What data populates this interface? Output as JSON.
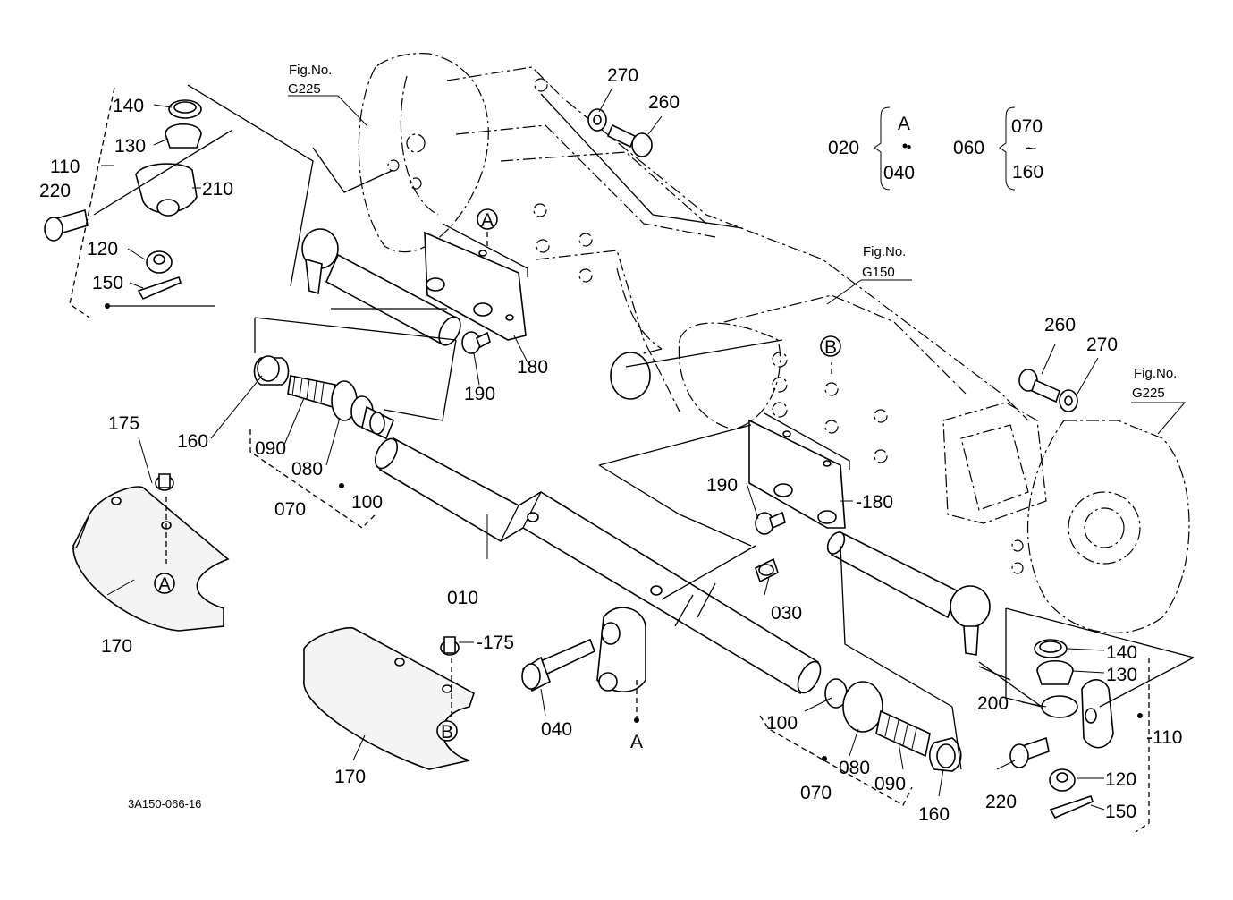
{
  "diagram_code": "3A150-066-16",
  "figure_refs": {
    "top_left": {
      "title": "Fig.No.",
      "number": "G225"
    },
    "middle": {
      "title": "Fig.No.",
      "number": "G150"
    },
    "right": {
      "title": "Fig.No.",
      "number": "G225"
    }
  },
  "legend": {
    "set_020": {
      "number": "020",
      "from": "A",
      "sep": "・",
      "to": "040"
    },
    "set_060": {
      "number": "060",
      "from": "070",
      "sep": "~",
      "to": "160"
    }
  },
  "reference_marks": {
    "a": "A",
    "b": "B"
  },
  "callouts": {
    "p010": "010",
    "p030": "030",
    "p040": "040",
    "p070_left": "070",
    "p070_right": "070",
    "p080_left": "080",
    "p080_right": "080",
    "p090_left": "090",
    "p090_right": "090",
    "p100_left": "100",
    "p100_right": "100",
    "p110_left": "110",
    "p110_right": "-110",
    "p120_left": "120",
    "p120_right": "120",
    "p130_left": "130",
    "p130_right": "130",
    "p140_left": "140",
    "p140_right": "140",
    "p150_left": "150",
    "p150_right": "150",
    "p160_left": "160",
    "p160_right": "160",
    "p170_left": "170",
    "p170_right": "170",
    "p175_left": "175",
    "p175_right": "-175",
    "p180_left": "180",
    "p180_right": "-180",
    "p190_left": "190",
    "p190_right": "190",
    "p200": "200",
    "p210": "210",
    "p220_left": "220",
    "p220_right": "220",
    "p260_top": "260",
    "p260_right": "260",
    "p270_top": "270",
    "p270_right": "270"
  }
}
